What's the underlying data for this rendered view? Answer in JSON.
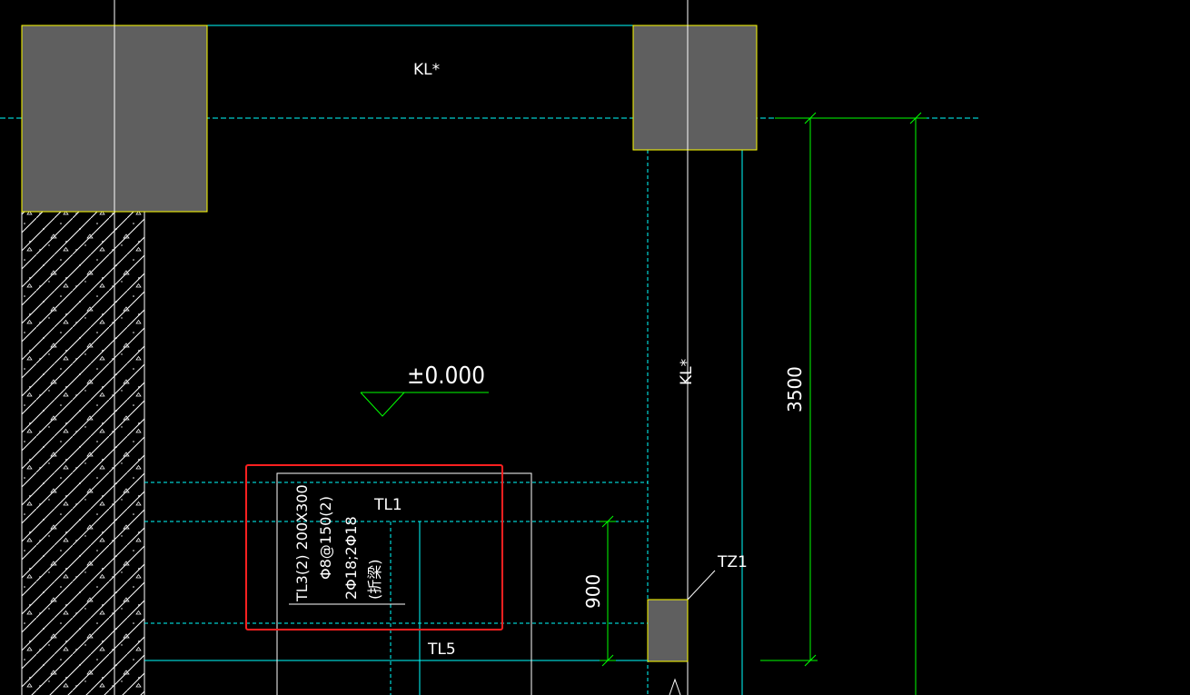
{
  "colors": {
    "background": "#000000",
    "column_fill": "#5f5f5f",
    "column_outline": "#ffff00",
    "axis_line": "#00ffff",
    "dimension_line": "#00ff00",
    "highlight_box": "#ff2020",
    "text": "#ffffff",
    "white_line": "#ffffff"
  },
  "labels": {
    "beam_top": "KL*",
    "beam_right": "KL*",
    "elevation": "±0.000",
    "stair_beam_1": "TL1",
    "stair_beam_5": "TL5",
    "stair_column": "TZ1",
    "dim_vertical_total": "3500",
    "dim_vertical_landing": "900"
  },
  "annotation": {
    "line1": "TL3(2) 200X300",
    "line2": "Φ8@150(2)",
    "line3": "2Φ18;2Φ18",
    "line4": "(折梁)"
  },
  "icons": {
    "elevation_marker": "elevation-triangle-icon",
    "hatch": "concrete-hatch-pattern"
  }
}
